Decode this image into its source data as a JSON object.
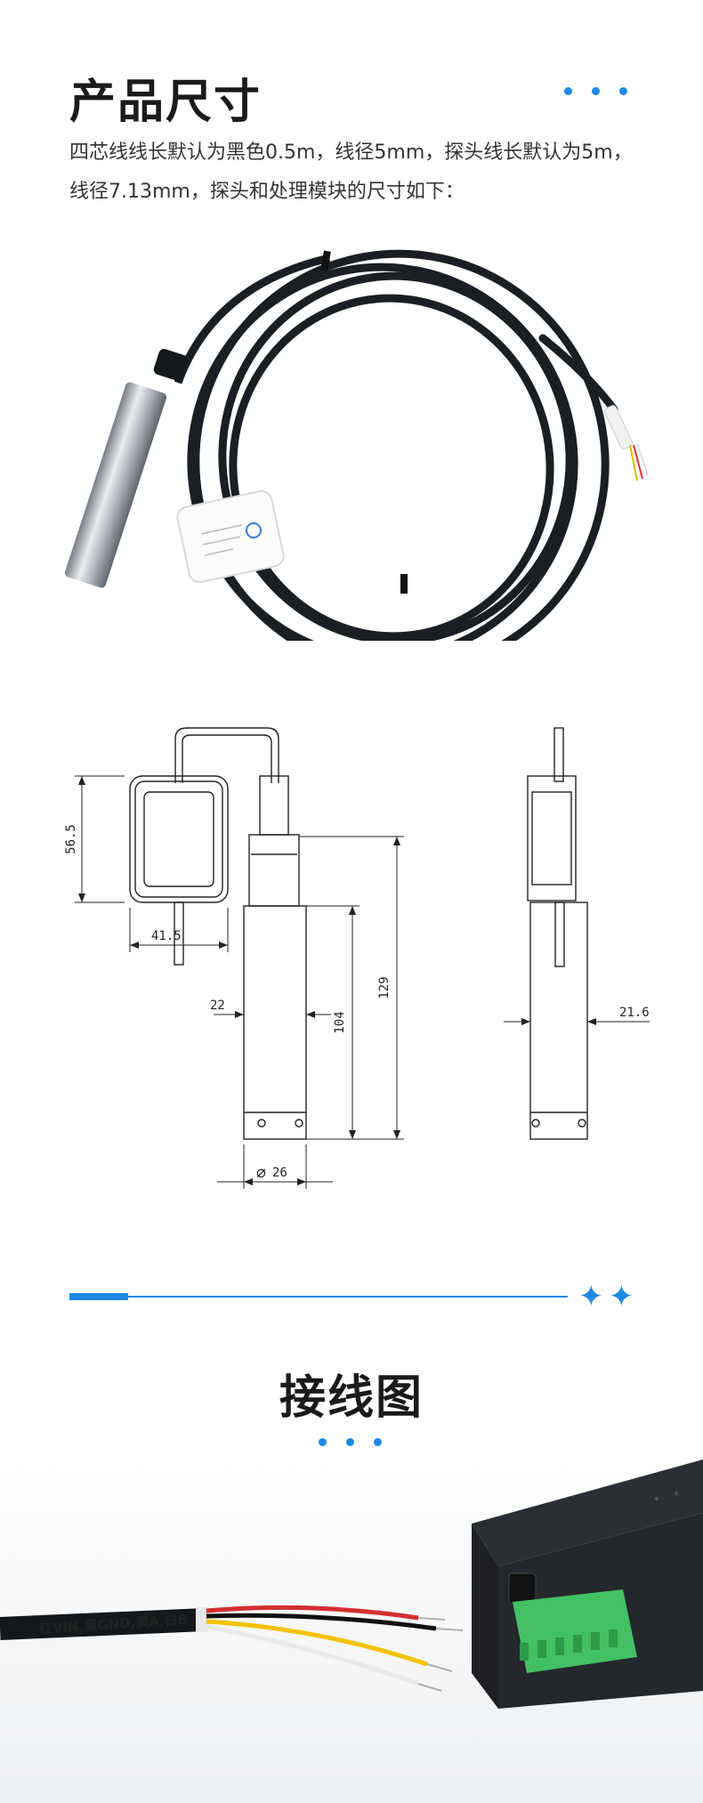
{
  "section_size": {
    "title": "产品尺寸",
    "intro_line1": "四芯线线长默认为黑色0.5m，线径5mm，探头线长默认为5m，",
    "intro_line2": "线径7.13mm，探头和处理模块的尺寸如下："
  },
  "dimensions": {
    "module_height": "56.5",
    "module_width": "41.5",
    "probe_inner": "22",
    "probe_body_len": "104",
    "probe_total_len": "129",
    "side_width": "21.6",
    "diameter": "26",
    "diameter_symbol": "∅"
  },
  "section_wiring": {
    "title": "接线图",
    "cable_label": "红VIN,黑GND,黄A,白B"
  },
  "colors": {
    "accent": "#1e88e5",
    "wire_red": "#d32f2f",
    "wire_black": "#111111",
    "wire_yellow": "#f2c200",
    "wire_white": "#f5f5f5",
    "terminal_green": "#43c063"
  }
}
